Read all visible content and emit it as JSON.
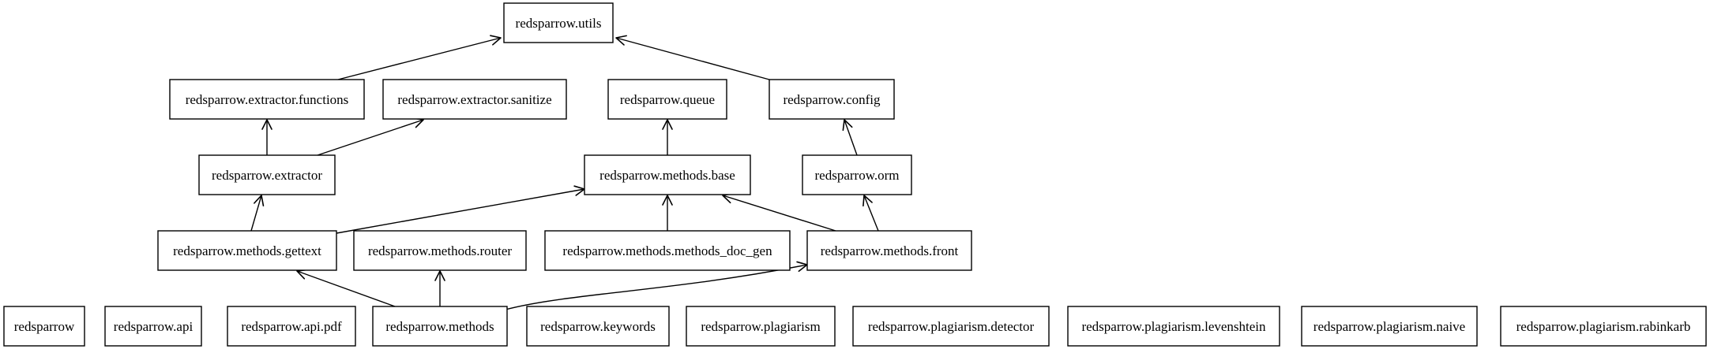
{
  "nodes": [
    {
      "id": "utils",
      "label": "redsparrow.utils"
    },
    {
      "id": "extractor_functions",
      "label": "redsparrow.extractor.functions"
    },
    {
      "id": "extractor_sanitize",
      "label": "redsparrow.extractor.sanitize"
    },
    {
      "id": "queue",
      "label": "redsparrow.queue"
    },
    {
      "id": "config",
      "label": "redsparrow.config"
    },
    {
      "id": "extractor",
      "label": "redsparrow.extractor"
    },
    {
      "id": "methods_base",
      "label": "redsparrow.methods.base"
    },
    {
      "id": "orm",
      "label": "redsparrow.orm"
    },
    {
      "id": "methods_gettext",
      "label": "redsparrow.methods.gettext"
    },
    {
      "id": "methods_router",
      "label": "redsparrow.methods.router"
    },
    {
      "id": "methods_doc_gen",
      "label": "redsparrow.methods.methods_doc_gen"
    },
    {
      "id": "methods_front",
      "label": "redsparrow.methods.front"
    },
    {
      "id": "redsparrow",
      "label": "redsparrow"
    },
    {
      "id": "api",
      "label": "redsparrow.api"
    },
    {
      "id": "api_pdf",
      "label": "redsparrow.api.pdf"
    },
    {
      "id": "methods",
      "label": "redsparrow.methods"
    },
    {
      "id": "keywords",
      "label": "redsparrow.keywords"
    },
    {
      "id": "plagiarism",
      "label": "redsparrow.plagiarism"
    },
    {
      "id": "plagiarism_detector",
      "label": "redsparrow.plagiarism.detector"
    },
    {
      "id": "plagiarism_levenshtein",
      "label": "redsparrow.plagiarism.levenshtein"
    },
    {
      "id": "plagiarism_naive",
      "label": "redsparrow.plagiarism.naive"
    },
    {
      "id": "plagiarism_rabinkarb",
      "label": "redsparrow.plagiarism.rabinkarb"
    }
  ],
  "edges": [
    {
      "from": "extractor_functions",
      "to": "utils"
    },
    {
      "from": "config",
      "to": "utils"
    },
    {
      "from": "extractor",
      "to": "extractor_functions"
    },
    {
      "from": "extractor",
      "to": "extractor_sanitize"
    },
    {
      "from": "methods_base",
      "to": "queue"
    },
    {
      "from": "orm",
      "to": "config"
    },
    {
      "from": "methods_gettext",
      "to": "extractor"
    },
    {
      "from": "methods_gettext",
      "to": "methods_base"
    },
    {
      "from": "methods_doc_gen",
      "to": "methods_base"
    },
    {
      "from": "methods_front",
      "to": "methods_base"
    },
    {
      "from": "methods_front",
      "to": "orm"
    },
    {
      "from": "methods",
      "to": "methods_gettext"
    },
    {
      "from": "methods",
      "to": "methods_router"
    },
    {
      "from": "methods",
      "to": "methods_front"
    }
  ]
}
